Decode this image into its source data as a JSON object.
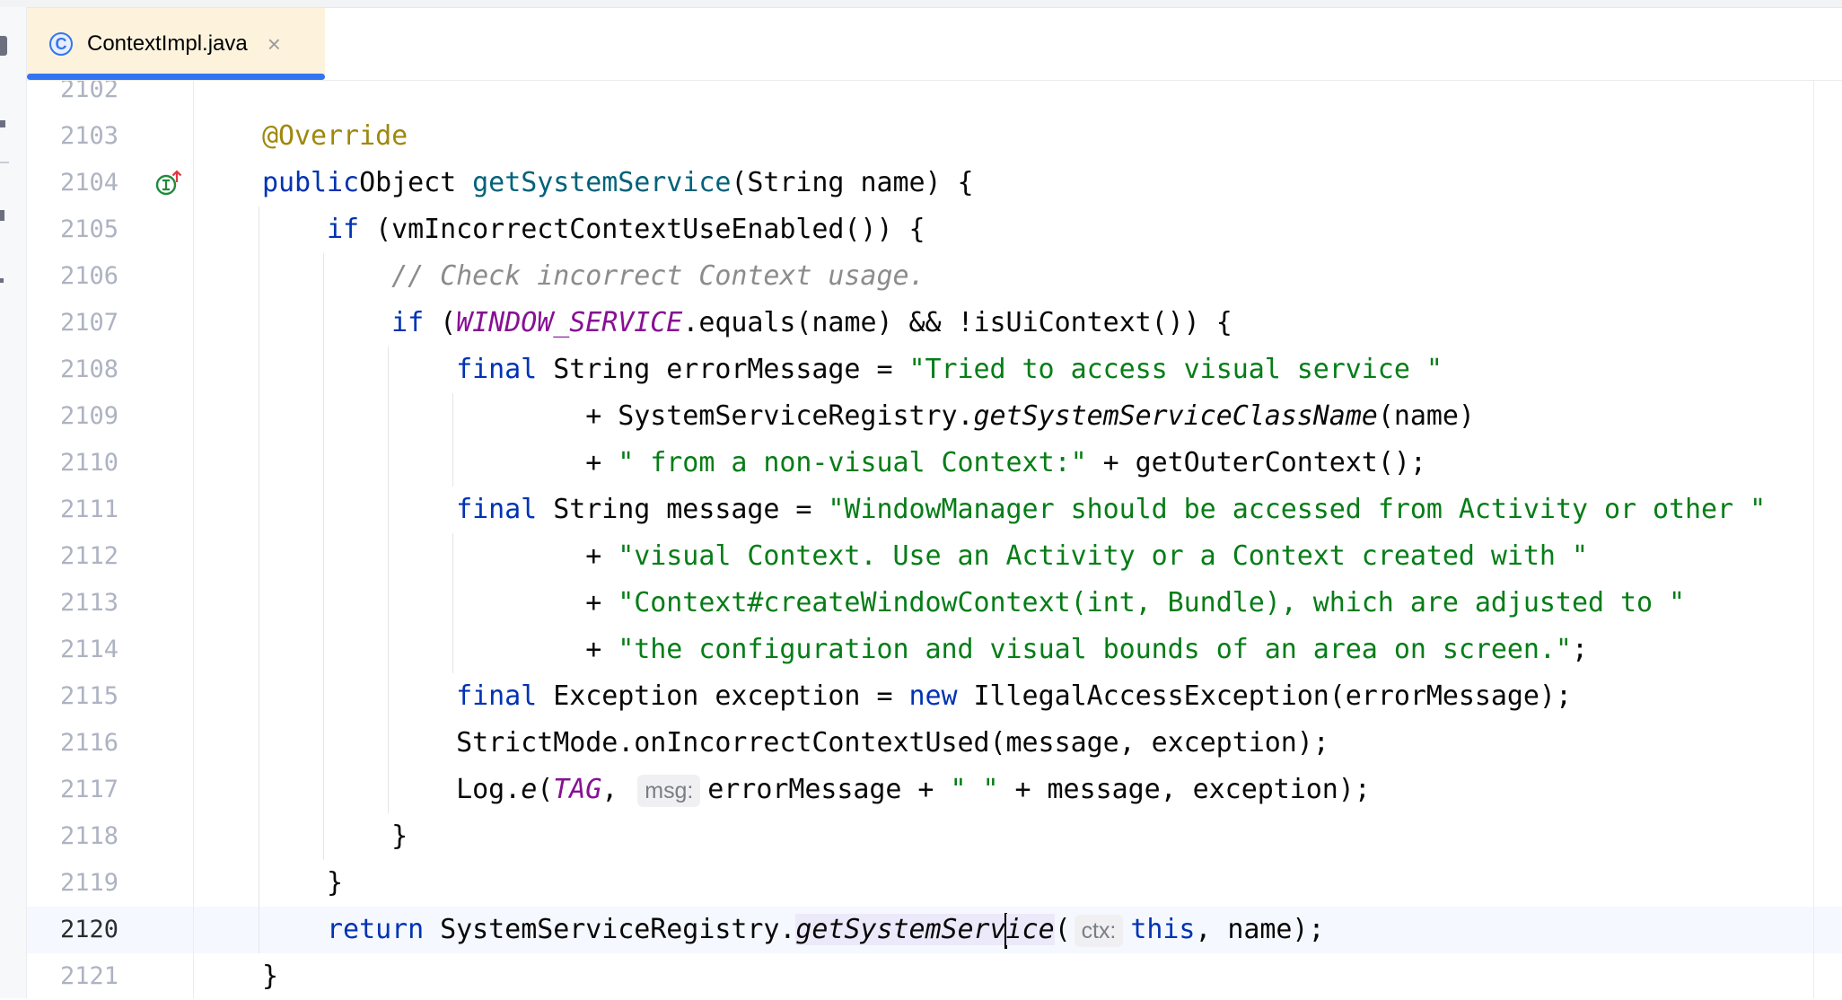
{
  "tab": {
    "icon": "class-icon",
    "icon_glyph": "C",
    "label": "ContextImpl.java",
    "close_glyph": "×"
  },
  "editor": {
    "current_line": 2120,
    "lines": [
      {
        "n": "2102",
        "segs": []
      },
      {
        "n": "2103",
        "segs": [
          [
            "ann",
            "@Override"
          ]
        ]
      },
      {
        "n": "2104",
        "gutter_icon": "implements-override-icon",
        "segs": [
          [
            "kw",
            "public"
          ],
          [
            "",
            "Object "
          ],
          [
            "mdecl",
            "getSystemService"
          ],
          [
            "",
            "(String name) {"
          ]
        ]
      },
      {
        "n": "2105",
        "segs": [
          [
            "",
            "    "
          ],
          [
            "kw",
            "if"
          ],
          [
            "",
            " (vmIncorrectContextUseEnabled()) {"
          ]
        ]
      },
      {
        "n": "2106",
        "segs": [
          [
            "",
            "        "
          ],
          [
            "cmt",
            "// Check incorrect Context usage."
          ]
        ]
      },
      {
        "n": "2107",
        "segs": [
          [
            "",
            "        "
          ],
          [
            "kw",
            "if"
          ],
          [
            "",
            " ("
          ],
          [
            "const",
            "WINDOW_SERVICE"
          ],
          [
            "",
            ".equals(name) && !isUiContext()) {"
          ]
        ]
      },
      {
        "n": "2108",
        "segs": [
          [
            "",
            "            "
          ],
          [
            "kw",
            "final"
          ],
          [
            "",
            " String errorMessage = "
          ],
          [
            "str",
            "\"Tried to access visual service \""
          ]
        ]
      },
      {
        "n": "2109",
        "segs": [
          [
            "",
            "                    + SystemServiceRegistry."
          ],
          [
            "sm",
            "getSystemServiceClassName"
          ],
          [
            "",
            "(name)"
          ]
        ]
      },
      {
        "n": "2110",
        "segs": [
          [
            "",
            "                    + "
          ],
          [
            "str",
            "\" from a non-visual Context:\""
          ],
          [
            "",
            " + getOuterContext();"
          ]
        ]
      },
      {
        "n": "2111",
        "segs": [
          [
            "",
            "            "
          ],
          [
            "kw",
            "final"
          ],
          [
            "",
            " String message = "
          ],
          [
            "str",
            "\"WindowManager should be accessed from Activity or other \""
          ]
        ]
      },
      {
        "n": "2112",
        "segs": [
          [
            "",
            "                    + "
          ],
          [
            "str",
            "\"visual Context. Use an Activity or a Context created with \""
          ]
        ]
      },
      {
        "n": "2113",
        "segs": [
          [
            "",
            "                    + "
          ],
          [
            "str",
            "\"Context#createWindowContext(int, Bundle), which are adjusted to \""
          ]
        ]
      },
      {
        "n": "2114",
        "segs": [
          [
            "",
            "                    + "
          ],
          [
            "str",
            "\"the configuration and visual bounds of an area on screen.\""
          ],
          [
            "",
            ";"
          ]
        ]
      },
      {
        "n": "2115",
        "segs": [
          [
            "",
            "            "
          ],
          [
            "kw",
            "final"
          ],
          [
            "",
            " Exception exception = "
          ],
          [
            "kw",
            "new"
          ],
          [
            "",
            " IllegalAccessException(errorMessage);"
          ]
        ]
      },
      {
        "n": "2116",
        "segs": [
          [
            "",
            "            StrictMode.onIncorrectContextUsed(message, exception);"
          ]
        ]
      },
      {
        "n": "2117",
        "segs": [
          [
            "",
            "            Log."
          ],
          [
            "sm",
            "e"
          ],
          [
            "",
            "("
          ],
          [
            "const",
            "TAG"
          ],
          [
            "",
            ", "
          ],
          [
            "hint",
            "msg:"
          ],
          [
            "",
            "errorMessage + "
          ],
          [
            "str",
            "\" \""
          ],
          [
            "",
            " + message, exception);"
          ]
        ]
      },
      {
        "n": "2118",
        "segs": [
          [
            "",
            "        }"
          ]
        ]
      },
      {
        "n": "2119",
        "segs": [
          [
            "",
            "    }"
          ]
        ]
      },
      {
        "n": "2120",
        "segs": [
          [
            "",
            "    "
          ],
          [
            "kw",
            "return"
          ],
          [
            "",
            " SystemServiceRegistry."
          ],
          [
            "smh",
            "getSystemServ"
          ],
          [
            "caret",
            ""
          ],
          [
            "smh",
            "ice"
          ],
          [
            "",
            "("
          ],
          [
            "hint",
            "ctx:"
          ],
          [
            "kw",
            "this"
          ],
          [
            "",
            ", name);"
          ]
        ]
      },
      {
        "n": "2121",
        "segs": [
          [
            "",
            "}"
          ]
        ]
      }
    ]
  },
  "colors": {
    "accent": "#3574f0",
    "keyword": "#0033b3",
    "string": "#067d17",
    "annotation": "#9e880d",
    "constant": "#871094",
    "method_decl": "#00627a"
  }
}
